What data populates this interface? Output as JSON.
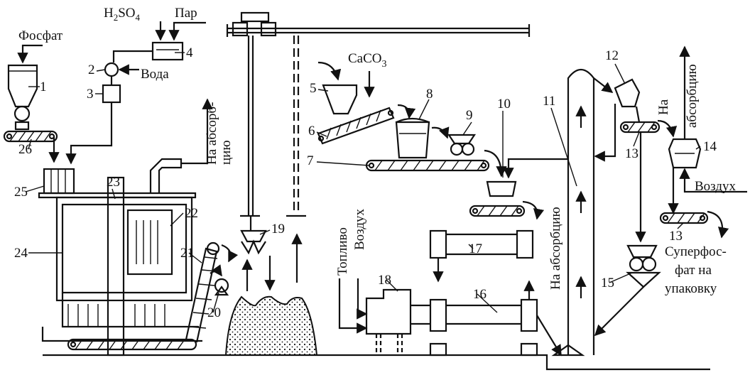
{
  "labels": {
    "phosphate": "Фосфат",
    "h2so4_main": "H",
    "h2so4_sub2": "2",
    "h2so4_so": "SO",
    "h2so4_sub4": "4",
    "steam": "Пар",
    "water": "Вода",
    "caco3_main": "CaCO",
    "caco3_sub3": "3",
    "absorption_top_1": "На абсорб-",
    "absorption_top_2": "цию",
    "absorption_right_1": "На",
    "absorption_right_2": "абсорбцию",
    "absorption_mid": "На абсорбцию",
    "fuel": "Топливо",
    "air_left": "Воздух",
    "air_right": "Воздух",
    "superphosphate_1": "Суперфос-",
    "superphosphate_2": "фат на",
    "superphosphate_3": "упаковку"
  },
  "numbers": [
    "1",
    "2",
    "3",
    "4",
    "5",
    "6",
    "7",
    "8",
    "9",
    "10",
    "11",
    "12",
    "13",
    "13",
    "14",
    "15",
    "16",
    "17",
    "18",
    "19",
    "20",
    "21",
    "22",
    "23",
    "24",
    "25",
    "26"
  ]
}
